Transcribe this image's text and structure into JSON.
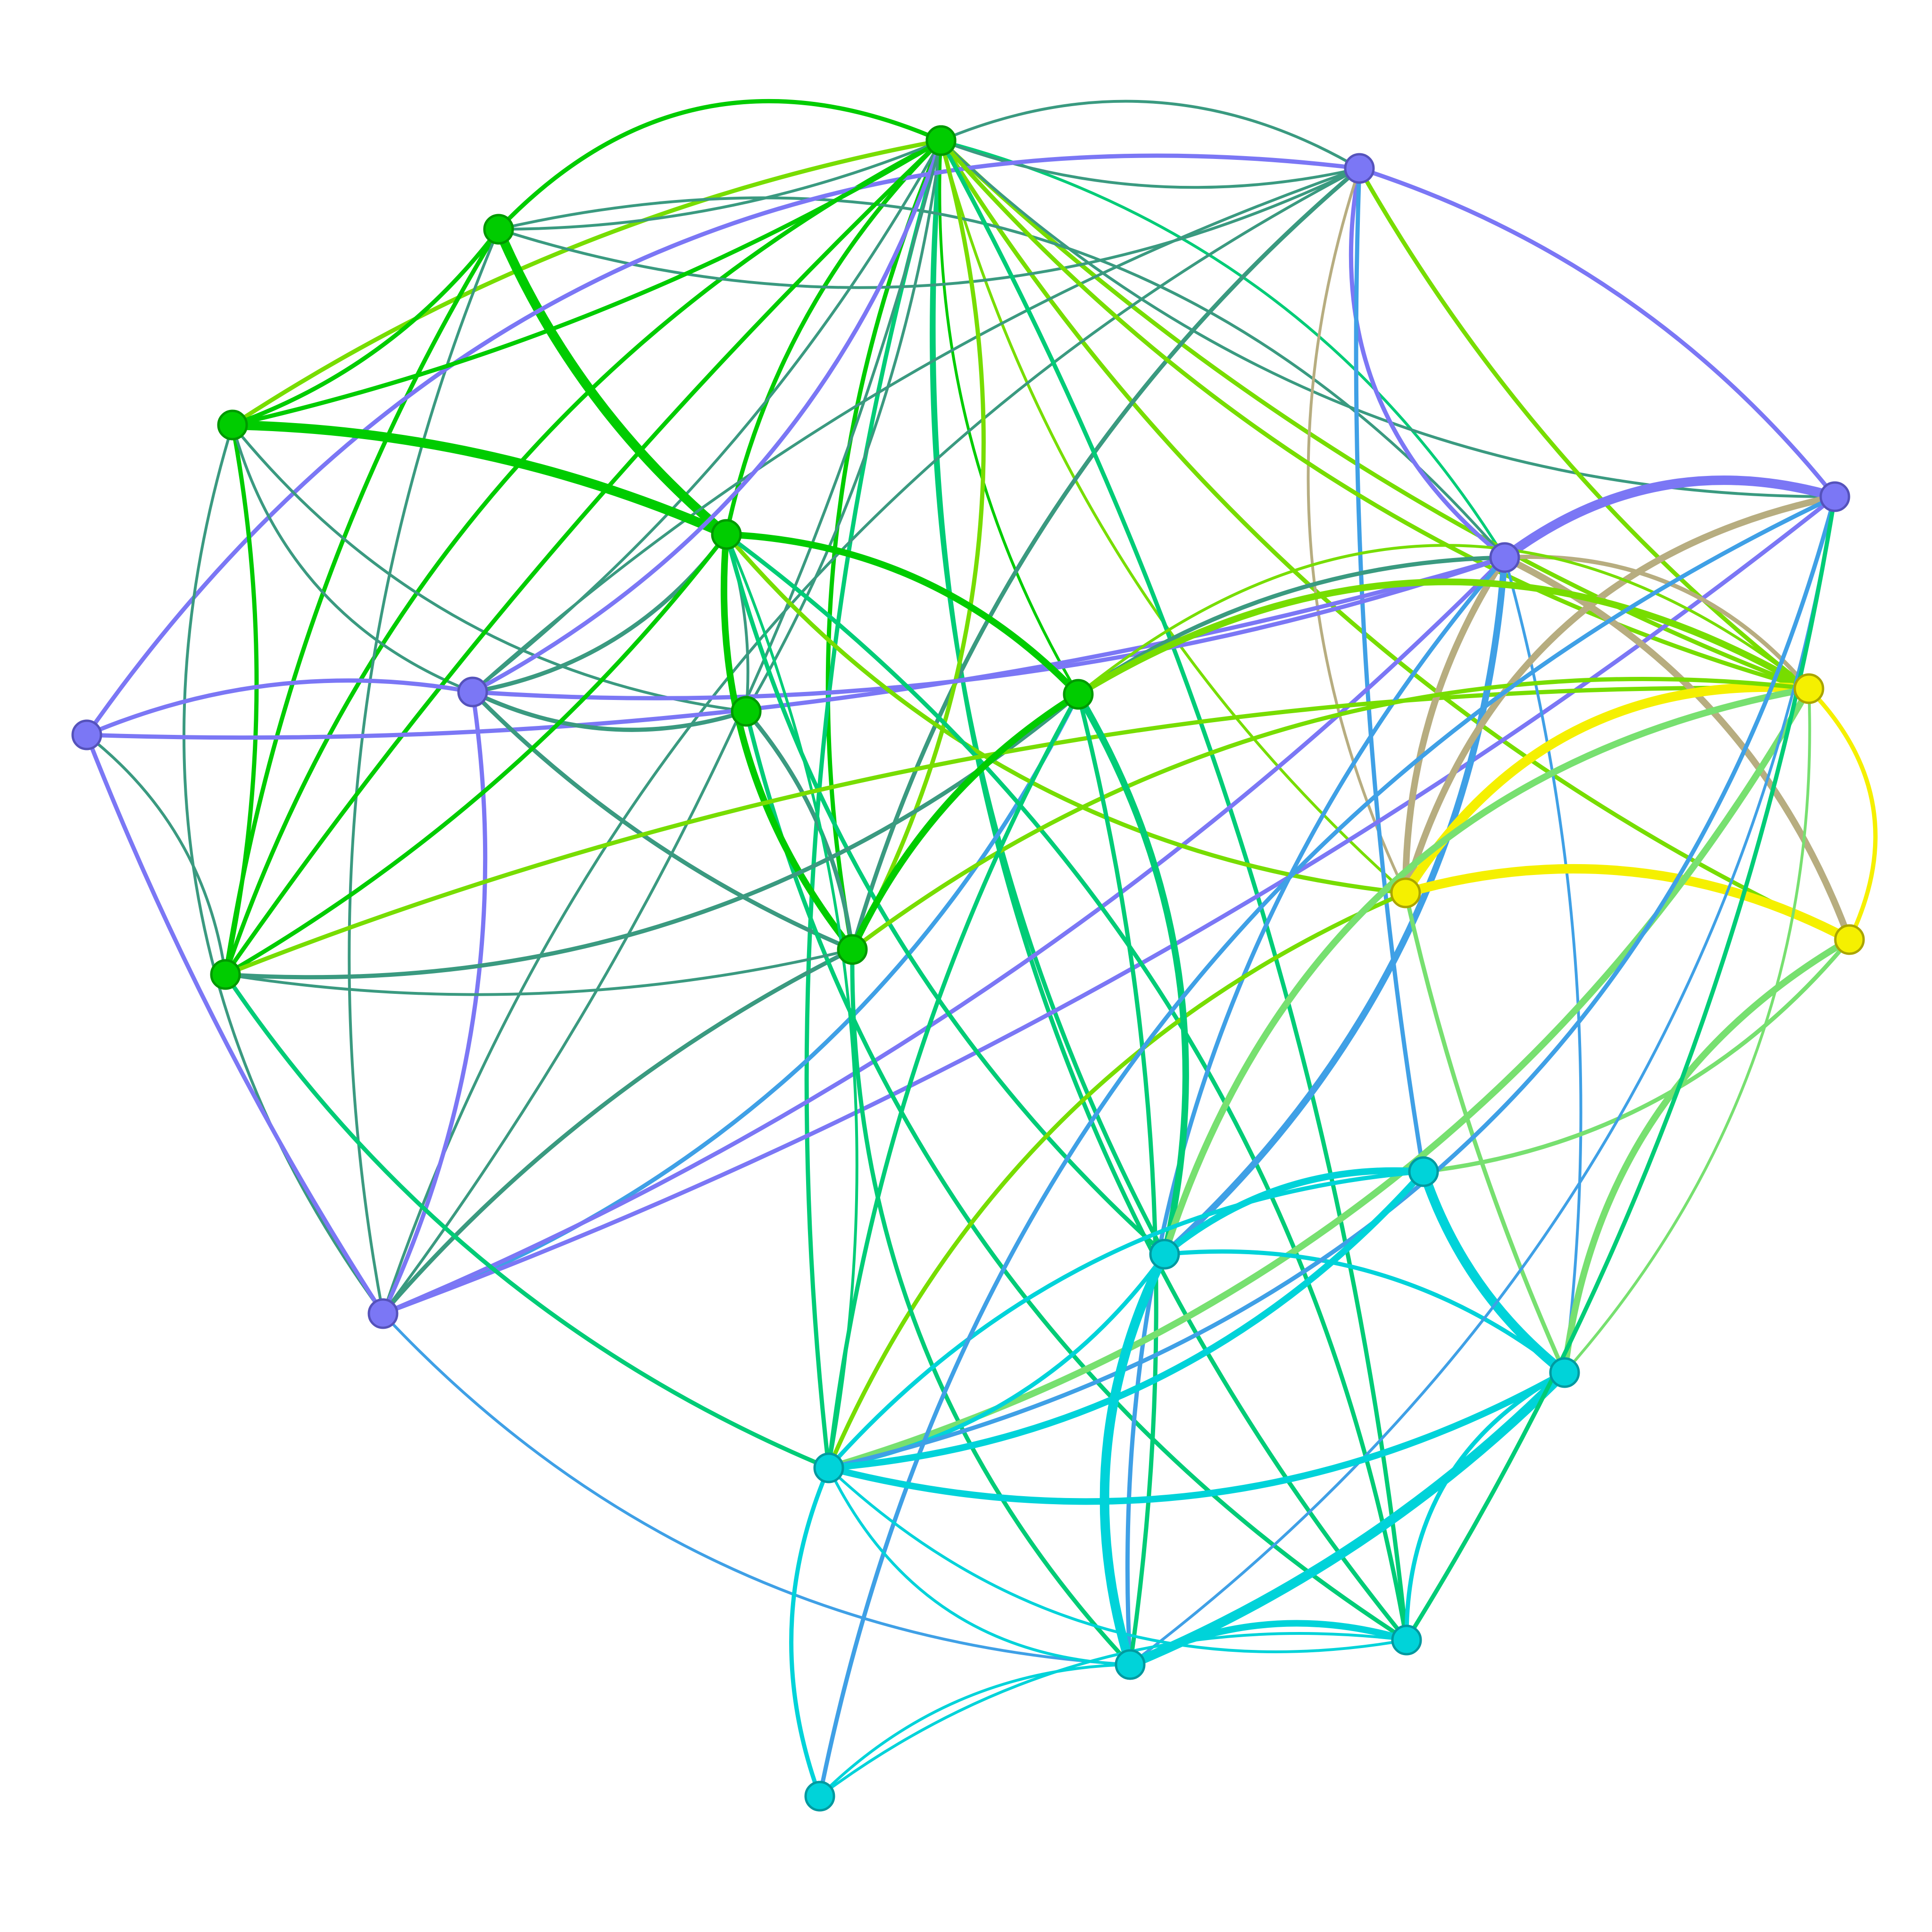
{
  "graph": {
    "colors": {
      "green": "#00cc00",
      "lime": "#77dd00",
      "teal": "#3a9a80",
      "jade": "#00cc77",
      "purple": "#7b77f5",
      "blue": "#3fa0e6",
      "cyan": "#00d3d9",
      "yellow": "#f5f000",
      "khaki": "#b7ad80",
      "mint": "#77e070"
    },
    "node_groups": [
      {
        "id": "g1",
        "color": "green",
        "border": "#009900"
      },
      {
        "id": "g2",
        "color": "purple",
        "border": "#5552bb"
      },
      {
        "id": "g3",
        "color": "cyan",
        "border": "#009aa0"
      },
      {
        "id": "g4",
        "color": "yellow",
        "border": "#aaa500"
      }
    ],
    "nodes": [
      {
        "id": "n1",
        "group": "g1"
      },
      {
        "id": "n2",
        "group": "g1"
      },
      {
        "id": "n3",
        "group": "g2"
      },
      {
        "id": "n4",
        "group": "g1"
      },
      {
        "id": "n5",
        "group": "g1"
      },
      {
        "id": "n6",
        "group": "g2"
      },
      {
        "id": "n7",
        "group": "g2"
      },
      {
        "id": "n8",
        "group": "g2"
      },
      {
        "id": "n9",
        "group": "g1"
      },
      {
        "id": "n10",
        "group": "g1"
      },
      {
        "id": "n11",
        "group": "g1"
      },
      {
        "id": "n12",
        "group": "g2"
      },
      {
        "id": "n13",
        "group": "g4"
      },
      {
        "id": "n14",
        "group": "g1"
      },
      {
        "id": "n15",
        "group": "g1"
      },
      {
        "id": "n16",
        "group": "g4"
      },
      {
        "id": "n17",
        "group": "g4"
      },
      {
        "id": "n18",
        "group": "g3"
      },
      {
        "id": "n19",
        "group": "g3"
      },
      {
        "id": "n20",
        "group": "g2"
      },
      {
        "id": "n21",
        "group": "g3"
      },
      {
        "id": "n22",
        "group": "g3"
      },
      {
        "id": "n23",
        "group": "g3"
      },
      {
        "id": "n24",
        "group": "g3"
      },
      {
        "id": "n25",
        "group": "g3"
      }
    ],
    "edges": [
      {
        "s": "n1",
        "t": "n2",
        "c": "green",
        "w": 9,
        "b": 0.35
      },
      {
        "s": "n1",
        "t": "n4",
        "c": "lime",
        "w": 9,
        "b": 0.1
      },
      {
        "s": "n1",
        "t": "n5",
        "c": "green",
        "w": 9,
        "b": -0.15
      },
      {
        "s": "n1",
        "t": "n10",
        "c": "green",
        "w": 9,
        "b": 0.15
      },
      {
        "s": "n1",
        "t": "n11",
        "c": "green",
        "w": 9,
        "b": 0.2
      },
      {
        "s": "n1",
        "t": "n14",
        "c": "green",
        "w": 9,
        "b": 0.15
      },
      {
        "s": "n1",
        "t": "n12",
        "c": "jade",
        "w": 6,
        "b": -0.2
      },
      {
        "s": "n1",
        "t": "n23",
        "c": "jade",
        "w": 9,
        "b": 0.2
      },
      {
        "s": "n1",
        "t": "n19",
        "c": "jade",
        "w": 9,
        "b": 0.15
      },
      {
        "s": "n1",
        "t": "n21",
        "c": "jade",
        "w": 9,
        "b": 0.1
      },
      {
        "s": "n1",
        "t": "n16",
        "c": "lime",
        "w": 9,
        "b": 0.1
      },
      {
        "s": "n1",
        "t": "n17",
        "c": "lime",
        "w": 9,
        "b": 0.15
      },
      {
        "s": "n1",
        "t": "n13",
        "c": "lime",
        "w": 6,
        "b": 0.15
      },
      {
        "s": "n1",
        "t": "n9",
        "c": "teal",
        "w": 6,
        "b": -0.1
      },
      {
        "s": "n1",
        "t": "n7",
        "c": "teal",
        "w": 6,
        "b": -0.1
      },
      {
        "s": "n1",
        "t": "n20",
        "c": "teal",
        "w": 6,
        "b": 0.2
      },
      {
        "s": "n1",
        "t": "n3",
        "c": "teal",
        "w": 6,
        "b": -0.25
      },
      {
        "s": "n1",
        "t": "n15",
        "c": "green",
        "w": 6,
        "b": 0.15
      },
      {
        "s": "n2",
        "t": "n10",
        "c": "green",
        "w": 20,
        "b": 0.12
      },
      {
        "s": "n2",
        "t": "n4",
        "c": "green",
        "w": 9,
        "b": -0.15
      },
      {
        "s": "n2",
        "t": "n5",
        "c": "teal",
        "w": 6,
        "b": 0.1
      },
      {
        "s": "n2",
        "t": "n11",
        "c": "green",
        "w": 9,
        "b": 0.1
      },
      {
        "s": "n2",
        "t": "n8",
        "c": "teal",
        "w": 6,
        "b": 0.15
      },
      {
        "s": "n2",
        "t": "n3",
        "c": "teal",
        "w": 6,
        "b": 0.2
      },
      {
        "s": "n2",
        "t": "n12",
        "c": "teal",
        "w": 6,
        "b": -0.3
      },
      {
        "s": "n3",
        "t": "n7",
        "c": "teal",
        "w": 6,
        "b": 0.1
      },
      {
        "s": "n3",
        "t": "n12",
        "c": "purple",
        "w": 9,
        "b": 0.3
      },
      {
        "s": "n3",
        "t": "n8",
        "c": "teal",
        "w": 6,
        "b": 0.2
      },
      {
        "s": "n3",
        "t": "n20",
        "c": "purple",
        "w": 9,
        "b": -0.15
      },
      {
        "s": "n3",
        "t": "n14",
        "c": "teal",
        "w": 9,
        "b": 0.15
      },
      {
        "s": "n3",
        "t": "n5",
        "c": "teal",
        "w": 6,
        "b": -0.15
      },
      {
        "s": "n3",
        "t": "n13",
        "c": "khaki",
        "w": 6,
        "b": 0.2
      },
      {
        "s": "n3",
        "t": "n18",
        "c": "blue",
        "w": 9,
        "b": 0.05
      },
      {
        "s": "n3",
        "t": "n16",
        "c": "lime",
        "w": 9,
        "b": 0.1
      },
      {
        "s": "n3",
        "t": "n6",
        "c": "purple",
        "w": 9,
        "b": 0.3
      },
      {
        "s": "n4",
        "t": "n10",
        "c": "green",
        "w": 20,
        "b": -0.1
      },
      {
        "s": "n4",
        "t": "n11",
        "c": "green",
        "w": 9,
        "b": -0.1
      },
      {
        "s": "n4",
        "t": "n5",
        "c": "green",
        "w": 9,
        "b": 0.08
      },
      {
        "s": "n4",
        "t": "n9",
        "c": "teal",
        "w": 6,
        "b": 0.2
      },
      {
        "s": "n4",
        "t": "n7",
        "c": "teal",
        "w": 6,
        "b": 0.25
      },
      {
        "s": "n4",
        "t": "n8",
        "c": "teal",
        "w": 6,
        "b": 0.25
      },
      {
        "s": "n5",
        "t": "n11",
        "c": "green",
        "w": 9,
        "b": 0.05
      },
      {
        "s": "n5",
        "t": "n7",
        "c": "purple",
        "w": 9,
        "b": -0.2
      },
      {
        "s": "n5",
        "t": "n14",
        "c": "lime",
        "w": 9,
        "b": -0.2
      },
      {
        "s": "n5",
        "t": "n23",
        "c": "jade",
        "w": 9,
        "b": -0.1
      },
      {
        "s": "n5",
        "t": "n16",
        "c": "lime",
        "w": 9,
        "b": 0.15
      },
      {
        "s": "n5",
        "t": "n8",
        "c": "teal",
        "w": 6,
        "b": -0.1
      },
      {
        "s": "n6",
        "t": "n7",
        "c": "purple",
        "w": 9,
        "b": -0.15
      },
      {
        "s": "n6",
        "t": "n8",
        "c": "purple",
        "w": 9,
        "b": 0.05
      },
      {
        "s": "n6",
        "t": "n12",
        "c": "purple",
        "w": 9,
        "b": 0.08
      },
      {
        "s": "n6",
        "t": "n11",
        "c": "teal",
        "w": 6,
        "b": -0.2
      },
      {
        "s": "n7",
        "t": "n10",
        "c": "teal",
        "w": 9,
        "b": 0.2
      },
      {
        "s": "n7",
        "t": "n9",
        "c": "teal",
        "w": 9,
        "b": 0.2
      },
      {
        "s": "n7",
        "t": "n8",
        "c": "purple",
        "w": 9,
        "b": -0.15
      },
      {
        "s": "n7",
        "t": "n14",
        "c": "teal",
        "w": 9,
        "b": 0.1
      },
      {
        "s": "n7",
        "t": "n12",
        "c": "purple",
        "w": 9,
        "b": 0.1
      },
      {
        "s": "n8",
        "t": "n15",
        "c": "blue",
        "w": 9,
        "b": 0.2
      },
      {
        "s": "n8",
        "t": "n20",
        "c": "purple",
        "w": 9,
        "b": 0.08
      },
      {
        "s": "n8",
        "t": "n14",
        "c": "teal",
        "w": 9,
        "b": -0.1
      },
      {
        "s": "n8",
        "t": "n22",
        "c": "blue",
        "w": 6,
        "b": 0.2
      },
      {
        "s": "n8",
        "t": "n12",
        "c": "purple",
        "w": 9,
        "b": 0.1
      },
      {
        "s": "n9",
        "t": "n14",
        "c": "teal",
        "w": 9,
        "b": -0.15
      },
      {
        "s": "n9",
        "t": "n10",
        "c": "teal",
        "w": 6,
        "b": 0.1
      },
      {
        "s": "n9",
        "t": "n23",
        "c": "jade",
        "w": 9,
        "b": 0.2
      },
      {
        "s": "n10",
        "t": "n14",
        "c": "green",
        "w": 14,
        "b": 0.2
      },
      {
        "s": "n10",
        "t": "n11",
        "c": "green",
        "w": 9,
        "b": -0.1
      },
      {
        "s": "n10",
        "t": "n15",
        "c": "green",
        "w": 14,
        "b": -0.2
      },
      {
        "s": "n10",
        "t": "n13",
        "c": "lime",
        "w": 9,
        "b": 0.2
      },
      {
        "s": "n10",
        "t": "n21",
        "c": "jade",
        "w": 6,
        "b": -0.15
      },
      {
        "s": "n10",
        "t": "n23",
        "c": "jade",
        "w": 9,
        "b": -0.2
      },
      {
        "s": "n10",
        "t": "n19",
        "c": "jade",
        "w": 9,
        "b": 0.15
      },
      {
        "s": "n10",
        "t": "n15",
        "c": "green",
        "w": 6,
        "b": -0.2
      },
      {
        "s": "n11",
        "t": "n15",
        "c": "teal",
        "w": 9,
        "b": 0.2
      },
      {
        "s": "n11",
        "t": "n21",
        "c": "jade",
        "w": 9,
        "b": 0.15
      },
      {
        "s": "n11",
        "t": "n16",
        "c": "lime",
        "w": 9,
        "b": -0.1
      },
      {
        "s": "n11",
        "t": "n14",
        "c": "teal",
        "w": 6,
        "b": 0.1
      },
      {
        "s": "n12",
        "t": "n15",
        "c": "teal",
        "w": 9,
        "b": 0.15
      },
      {
        "s": "n12",
        "t": "n13",
        "c": "khaki",
        "w": 14,
        "b": 0.15
      },
      {
        "s": "n12",
        "t": "n17",
        "c": "khaki",
        "w": 14,
        "b": -0.2
      },
      {
        "s": "n12",
        "t": "n16",
        "c": "khaki",
        "w": 9,
        "b": -0.25
      },
      {
        "s": "n12",
        "t": "n19",
        "c": "blue",
        "w": 14,
        "b": -0.2
      },
      {
        "s": "n12",
        "t": "n24",
        "c": "blue",
        "w": 6,
        "b": -0.1
      },
      {
        "s": "n12",
        "t": "n22",
        "c": "blue",
        "w": 9,
        "b": 0.2
      },
      {
        "s": "n12",
        "t": "n20",
        "c": "purple",
        "w": 20,
        "b": -0.25
      },
      {
        "s": "n13",
        "t": "n20",
        "c": "khaki",
        "w": 14,
        "b": -0.3
      },
      {
        "s": "n13",
        "t": "n16",
        "c": "yellow",
        "w": 20,
        "b": -0.3
      },
      {
        "s": "n13",
        "t": "n17",
        "c": "yellow",
        "w": 20,
        "b": -0.2
      },
      {
        "s": "n13",
        "t": "n24",
        "c": "mint",
        "w": 9,
        "b": 0.05
      },
      {
        "s": "n13",
        "t": "n21",
        "c": "lime",
        "w": 9,
        "b": 0.2
      },
      {
        "s": "n14",
        "t": "n15",
        "c": "green",
        "w": 14,
        "b": -0.15
      },
      {
        "s": "n14",
        "t": "n16",
        "c": "lime",
        "w": 9,
        "b": -0.2
      },
      {
        "s": "n14",
        "t": "n22",
        "c": "jade",
        "w": 9,
        "b": 0.2
      },
      {
        "s": "n15",
        "t": "n16",
        "c": "lime",
        "w": 14,
        "b": -0.3
      },
      {
        "s": "n15",
        "t": "n19",
        "c": "jade",
        "w": 14,
        "b": -0.2
      },
      {
        "s": "n15",
        "t": "n21",
        "c": "jade",
        "w": 9,
        "b": 0.1
      },
      {
        "s": "n15",
        "t": "n16",
        "c": "lime",
        "w": 6,
        "b": -0.4
      },
      {
        "s": "n15",
        "t": "n22",
        "c": "jade",
        "w": 9,
        "b": -0.1
      },
      {
        "s": "n16",
        "t": "n17",
        "c": "yellow",
        "w": 9,
        "b": -0.35
      },
      {
        "s": "n16",
        "t": "n21",
        "c": "mint",
        "w": 14,
        "b": -0.2
      },
      {
        "s": "n16",
        "t": "n19",
        "c": "mint",
        "w": 14,
        "b": 0.3
      },
      {
        "s": "n17",
        "t": "n24",
        "c": "mint",
        "w": 14,
        "b": 0.25
      },
      {
        "s": "n17",
        "t": "n18",
        "c": "mint",
        "w": 9,
        "b": -0.2
      },
      {
        "s": "n16",
        "t": "n24",
        "c": "mint",
        "w": 6,
        "b": -0.2
      },
      {
        "s": "n18",
        "t": "n19",
        "c": "cyan",
        "w": 14,
        "b": 0.2
      },
      {
        "s": "n18",
        "t": "n24",
        "c": "cyan",
        "w": 20,
        "b": 0.15
      },
      {
        "s": "n18",
        "t": "n21",
        "c": "cyan",
        "w": 9,
        "b": 0.2
      },
      {
        "s": "n19",
        "t": "n21",
        "c": "cyan",
        "w": 9,
        "b": -0.2
      },
      {
        "s": "n19",
        "t": "n24",
        "c": "cyan",
        "w": 9,
        "b": -0.2
      },
      {
        "s": "n20",
        "t": "n22",
        "c": "blue",
        "w": 6,
        "b": -0.2
      },
      {
        "s": "n20",
        "t": "n21",
        "c": "blue",
        "w": 9,
        "b": -0.3
      },
      {
        "s": "n20",
        "t": "n25",
        "c": "blue",
        "w": 9,
        "b": 0.25
      },
      {
        "s": "n21",
        "t": "n22",
        "c": "cyan",
        "w": 6,
        "b": 0.3
      },
      {
        "s": "n21",
        "t": "n23",
        "c": "cyan",
        "w": 6,
        "b": 0.25
      },
      {
        "s": "n21",
        "t": "n24",
        "c": "cyan",
        "w": 14,
        "b": 0.2
      },
      {
        "s": "n21",
        "t": "n18",
        "c": "cyan",
        "w": 14,
        "b": 0.2
      },
      {
        "s": "n21",
        "t": "n25",
        "c": "cyan",
        "w": 9,
        "b": 0.2
      },
      {
        "s": "n22",
        "t": "n23",
        "c": "cyan",
        "w": 14,
        "b": -0.2
      },
      {
        "s": "n22",
        "t": "n24",
        "c": "cyan",
        "w": 20,
        "b": 0.1
      },
      {
        "s": "n22",
        "t": "n19",
        "c": "cyan",
        "w": 20,
        "b": -0.2
      },
      {
        "s": "n23",
        "t": "n24",
        "c": "cyan",
        "w": 9,
        "b": -0.3
      },
      {
        "s": "n23",
        "t": "n25",
        "c": "cyan",
        "w": 6,
        "b": 0.2
      },
      {
        "s": "n25",
        "t": "n22",
        "c": "cyan",
        "w": 6,
        "b": -0.2
      },
      {
        "s": "n23",
        "t": "n20",
        "c": "jade",
        "w": 9,
        "b": 0.1
      }
    ]
  }
}
